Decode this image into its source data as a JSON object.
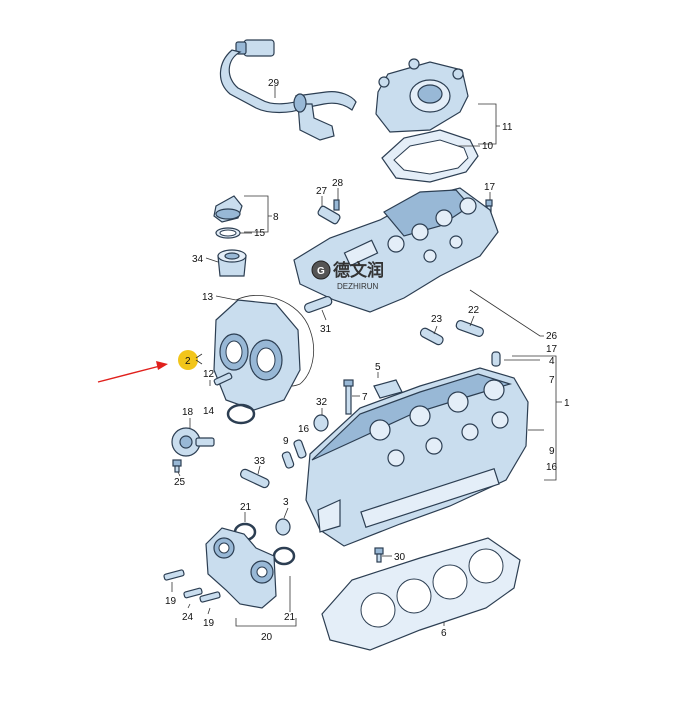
{
  "watermark": {
    "text_cn": "德文润",
    "text_en": "DEZHIRUN"
  },
  "highlight": {
    "label": "2",
    "color": "#f2c51a",
    "arrow_color": "#e0201c"
  },
  "colors": {
    "part_fill": "#c9ddee",
    "part_stroke": "#2c3e52"
  },
  "callouts": {
    "c29": "29",
    "c11": "11",
    "c10": "10",
    "c27": "27",
    "c28": "28",
    "c17a": "17",
    "c8": "8",
    "c15": "15",
    "c34": "34",
    "c13": "13",
    "c31": "31",
    "c23": "23",
    "c22": "22",
    "c26": "26",
    "c17b": "17",
    "c4": "4",
    "c7a": "7",
    "c1": "1",
    "c12": "12",
    "c5": "5",
    "c7b": "7",
    "c32": "32",
    "c18": "18",
    "c14": "14",
    "c16a": "16",
    "c9a": "9",
    "c9b": "9",
    "c16b": "16",
    "c25": "25",
    "c33": "33",
    "c21a": "21",
    "c3": "3",
    "c30": "30",
    "c19": "19",
    "c24": "24",
    "c19b": "19",
    "c21b": "21",
    "c20": "20",
    "c6": "6"
  }
}
